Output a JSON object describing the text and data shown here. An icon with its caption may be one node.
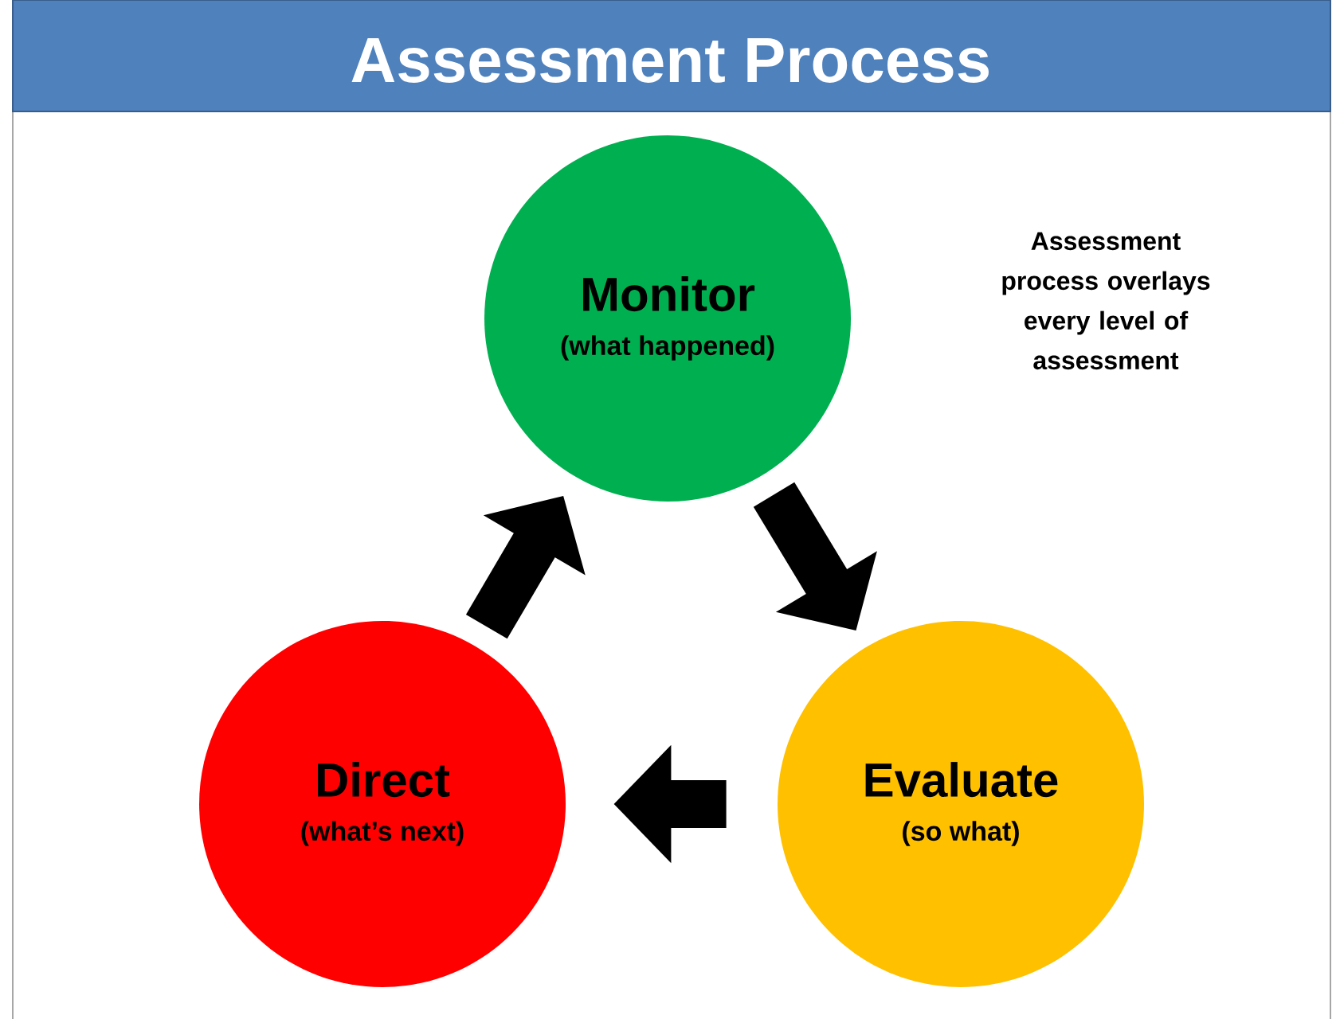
{
  "diagram": {
    "title": "Assessment Process",
    "nodes": [
      {
        "text": [
          "Monitor",
          "(what happened)"
        ]
      },
      {
        "text": [
          "Evaluate",
          "(so what)"
        ]
      },
      {
        "text": [
          "Direct",
          "(what’s next)"
        ]
      }
    ],
    "edges": [
      {
        "from": 0,
        "to": 1,
        "arrow": "to"
      },
      {
        "from": 1,
        "to": 2,
        "arrow": "to"
      },
      {
        "from": 2,
        "to": 0,
        "arrow": "to"
      }
    ],
    "labels": [
      "Assessment process overlays every level of assessment"
    ]
  }
}
